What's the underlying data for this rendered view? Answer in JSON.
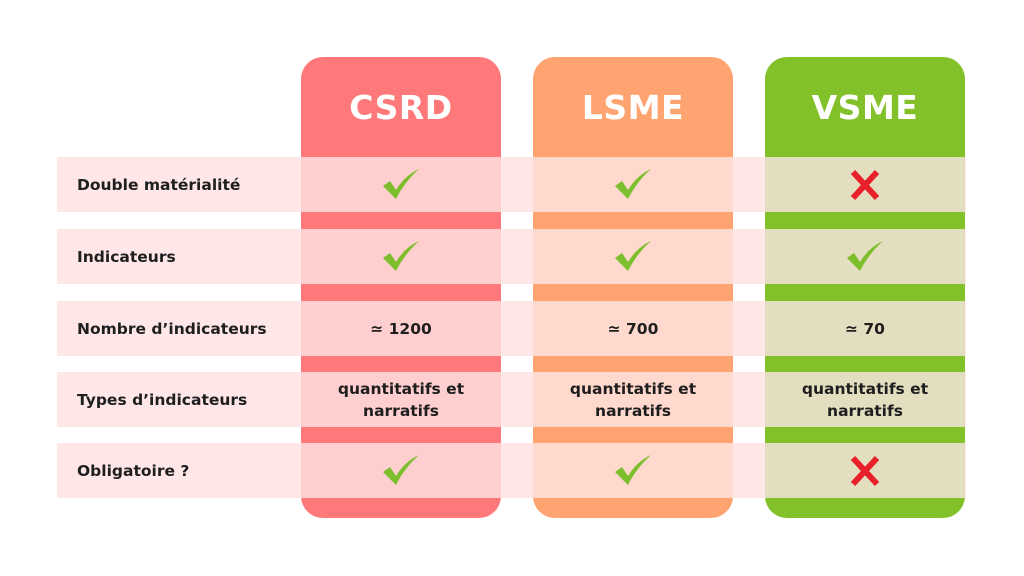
{
  "colors": {
    "csrd": "#ff787a",
    "lsme": "#ffa471",
    "vsme": "#83c12a",
    "row_band": "#ffe7e8",
    "check": "#7dbe2c",
    "cross": "#e8202a"
  },
  "columns": [
    {
      "key": "csrd",
      "title": "CSRD"
    },
    {
      "key": "lsme",
      "title": "LSME"
    },
    {
      "key": "vsme",
      "title": "VSME"
    }
  ],
  "rows": [
    {
      "label": "Double matérialité",
      "values": {
        "csrd": "check-icon",
        "lsme": "check-icon",
        "vsme": "cross-icon"
      }
    },
    {
      "label": "Indicateurs",
      "values": {
        "csrd": "check-icon",
        "lsme": "check-icon",
        "vsme": "check-icon"
      }
    },
    {
      "label": "Nombre d’indicateurs",
      "values": {
        "csrd": "≃ 1200",
        "lsme": "≃ 700",
        "vsme": "≃ 70"
      }
    },
    {
      "label": "Types d’indicateurs",
      "values": {
        "csrd": "quantitatifs et narratifs",
        "lsme": "quantitatifs et narratifs",
        "vsme": "quantitatifs et narratifs"
      }
    },
    {
      "label": "Obligatoire ?",
      "values": {
        "csrd": "check-icon",
        "lsme": "check-icon",
        "vsme": "cross-icon"
      }
    }
  ]
}
